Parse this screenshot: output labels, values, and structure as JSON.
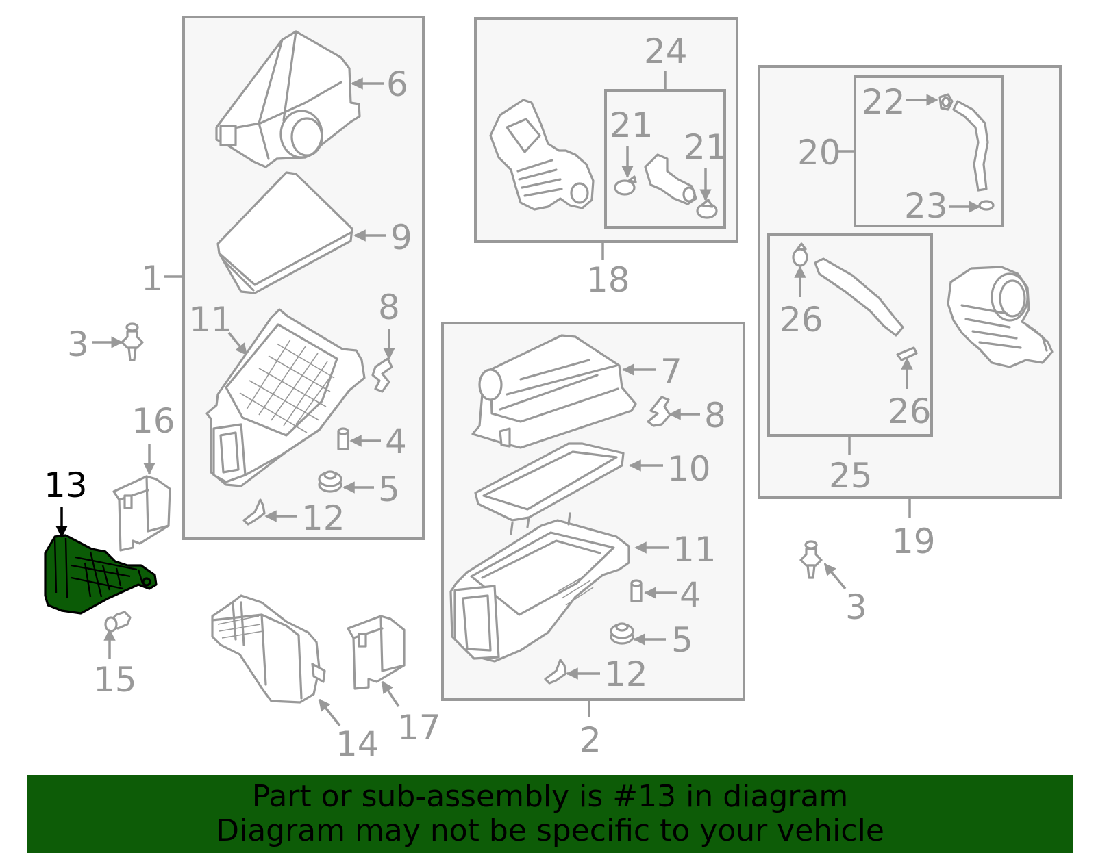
{
  "banner": {
    "line1": "Part or sub-assembly is #13 in diagram",
    "line2": "Diagram may not be specific to your vehicle"
  },
  "highlight": {
    "part_number": "13",
    "color": "#0b5b06"
  },
  "colors": {
    "line": "#999999",
    "box_fill": "#f7f7f7",
    "banner": "#0d5c07"
  },
  "callouts": {
    "c1": "1",
    "c2": "2",
    "c3a": "3",
    "c3b": "3",
    "c4a": "4",
    "c4b": "4",
    "c5a": "5",
    "c5b": "5",
    "c6": "6",
    "c7": "7",
    "c8a": "8",
    "c8b": "8",
    "c9": "9",
    "c10": "10",
    "c11a": "11",
    "c11b": "11",
    "c12a": "12",
    "c12b": "12",
    "c13": "13",
    "c14": "14",
    "c15": "15",
    "c16": "16",
    "c17": "17",
    "c18": "18",
    "c19": "19",
    "c20": "20",
    "c21a": "21",
    "c21b": "21",
    "c22": "22",
    "c23": "23",
    "c24": "24",
    "c25": "25",
    "c26a": "26",
    "c26b": "26"
  }
}
